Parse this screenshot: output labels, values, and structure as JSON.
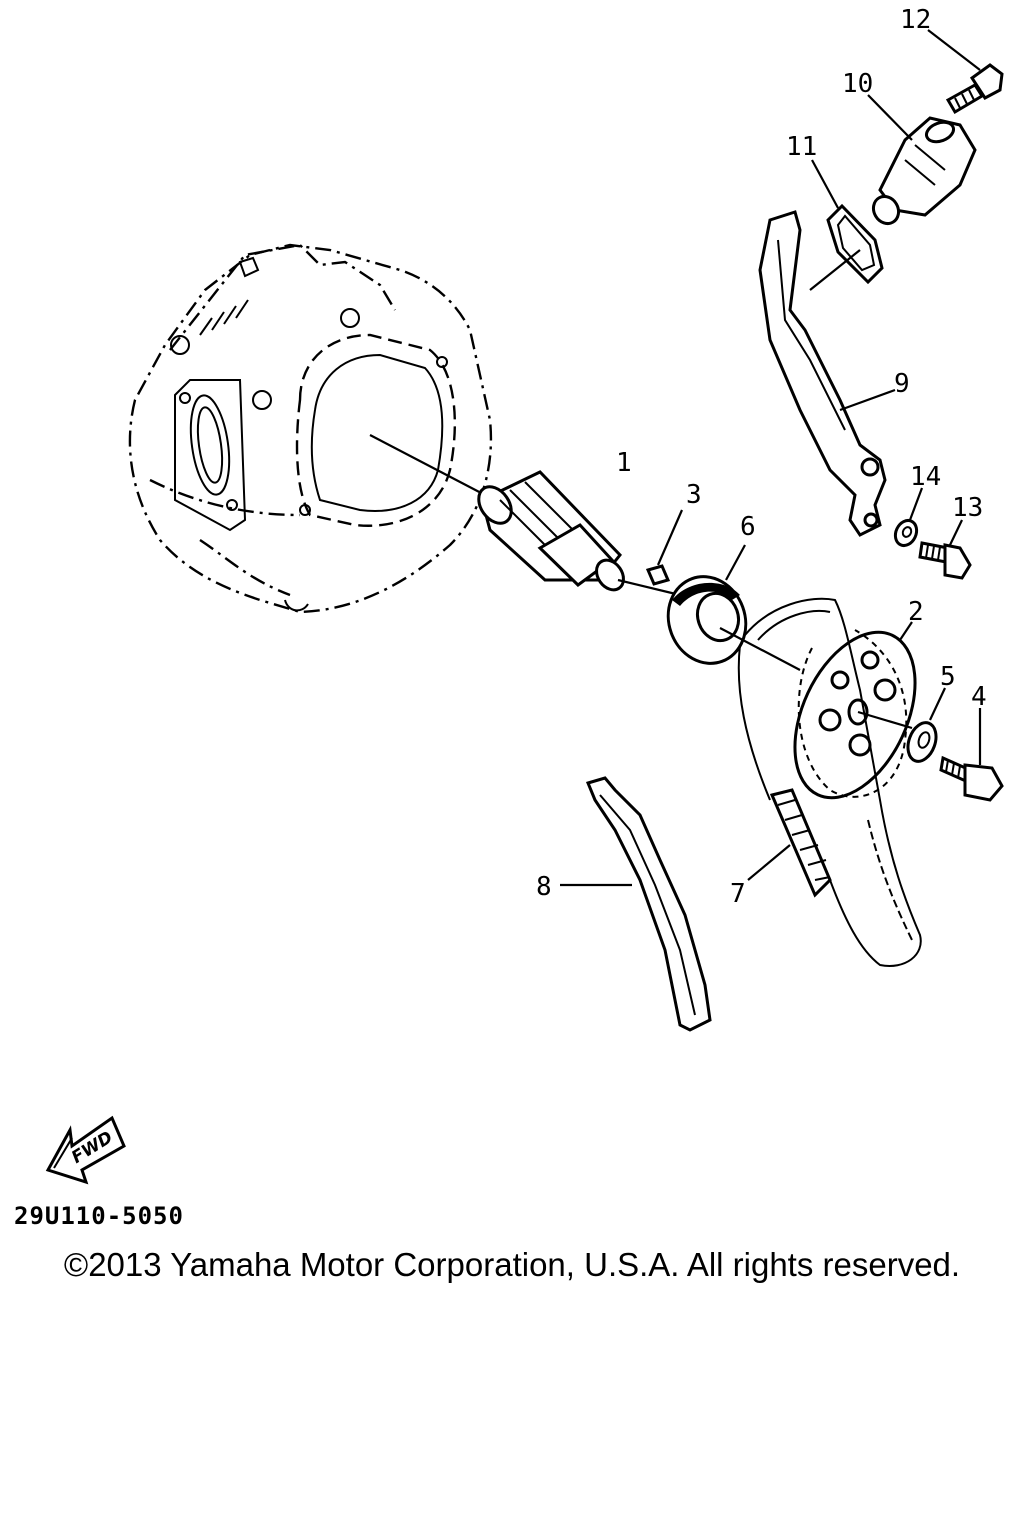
{
  "diagram": {
    "callouts": [
      {
        "id": "1",
        "label": "1"
      },
      {
        "id": "2",
        "label": "2"
      },
      {
        "id": "3",
        "label": "3"
      },
      {
        "id": "4",
        "label": "4"
      },
      {
        "id": "5",
        "label": "5"
      },
      {
        "id": "6",
        "label": "6"
      },
      {
        "id": "7",
        "label": "7"
      },
      {
        "id": "8",
        "label": "8"
      },
      {
        "id": "9",
        "label": "9"
      },
      {
        "id": "10",
        "label": "10"
      },
      {
        "id": "11",
        "label": "11"
      },
      {
        "id": "12",
        "label": "12"
      },
      {
        "id": "13",
        "label": "13"
      },
      {
        "id": "14",
        "label": "14"
      }
    ],
    "fwd_label": "FWD"
  },
  "footer": {
    "drawing_code": "29U110-5050",
    "copyright": "©2013 Yamaha Motor Corporation, U.S.A. All rights reserved."
  }
}
